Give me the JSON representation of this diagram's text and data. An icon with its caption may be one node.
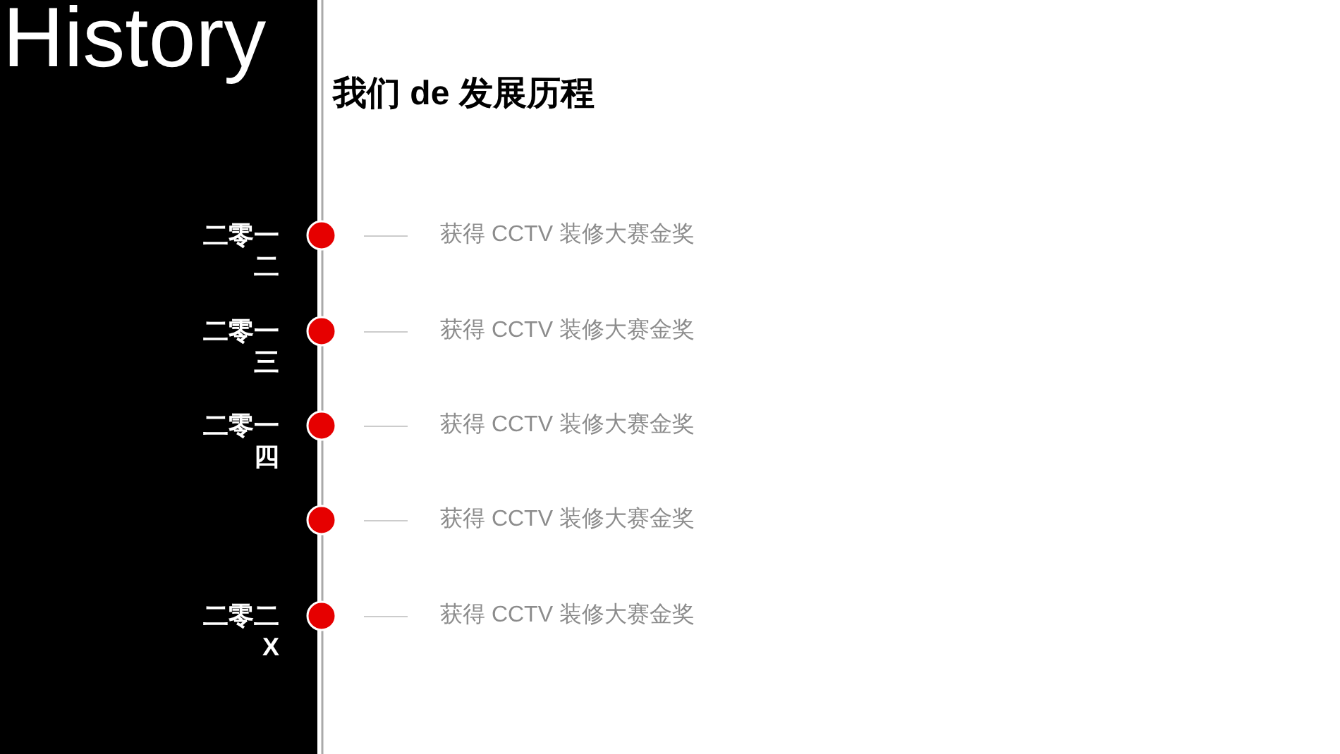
{
  "diagram": {
    "title": "History",
    "nodes": [
      {
        "text": [],
        "shape": "circle",
        "beside": [
          "二零一二"
        ]
      },
      {
        "text": [
          "获得 CCTV 装修大赛金奖"
        ]
      },
      {
        "text": [],
        "shape": "circle",
        "beside": [
          "二零一三"
        ]
      },
      {
        "text": [
          "获得 CCTV 装修大赛金奖"
        ]
      },
      {
        "text": [],
        "shape": "circle",
        "beside": [
          "二零一四"
        ]
      },
      {
        "text": [
          "获得 CCTV 装修大赛金奖"
        ]
      },
      {
        "text": [],
        "shape": "circle"
      },
      {
        "text": [
          "获得 CCTV 装修大赛金奖"
        ]
      },
      {
        "text": [],
        "shape": "circle",
        "beside": [
          "二零二X"
        ]
      },
      {
        "text": [
          "获得 CCTV 装修大赛金奖"
        ]
      }
    ],
    "labels": [
      "我们 de 发展历程"
    ]
  }
}
